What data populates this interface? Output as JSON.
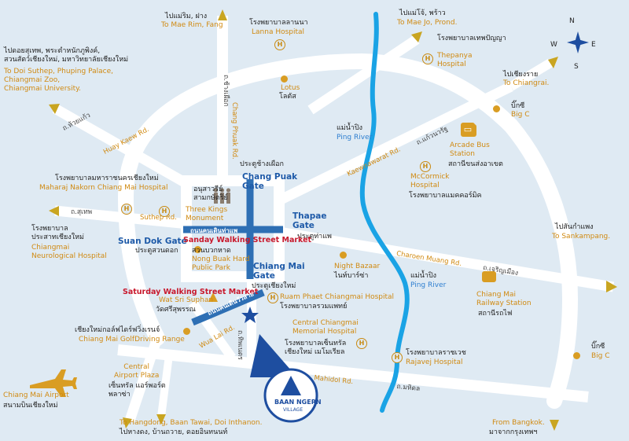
{
  "compass": {
    "n": "N",
    "e": "E",
    "s": "S",
    "w": "W"
  },
  "logo": {
    "name": "BAAN NGERN",
    "sub": "VILLAGE"
  },
  "gates": {
    "chang_puak": "Chang Puak\nGate",
    "chang_puak_th": "ประตูช้างเผือก",
    "thapae": "Thapae\nGate",
    "thapae_th": "ประตูท่าแพ",
    "suan_dok": "Suan Dok Gate",
    "suan_dok_th": "ประตูสวนดอก",
    "chiang_mai": "Chiang Mai\nGate",
    "chiang_mai_th": "ประตูเชียงใหม่"
  },
  "markets": {
    "sunday": "Sanday Walking Street Market",
    "saturday": "Saturday Walking Street Market",
    "sunday_th": "ถนนคนเดินท่าแพ",
    "saturday_th": "ถนนคนเดินวัวลาย"
  },
  "places": {
    "mae_rim_th": "ไปแม่ริม, ฝาง",
    "mae_rim": "To Mae Rim, Fang",
    "lanna_th": "โรงพยาบาลลานนา",
    "lanna": "Lanna Hospital",
    "mae_jo_th": "ไปแม่โจ้, พร้าว",
    "mae_jo": "To Mae Jo, Prond.",
    "thepanya_th": "โรงพยาบาลเทพปัญญา",
    "thepanya": "Thepanya\nHospital",
    "doisuthep_th": "ไปดอยสุเทพ, พระตำหนักภูพิงค์,\nสวนสัตว์เชียงใหม่, มหาวิทยาลัยเชียงใหม่",
    "doisuthep": "To Doi Suthep, Phuping Palace,\nChiangmai Zoo,\nChiangmai University.",
    "lotus": "Lotus",
    "lotus_th": "โลตัส",
    "chiangrai_th": "ไปเชียงราย",
    "chiangrai": "To Chiangrai.",
    "bigc1_th": "บิ๊กซี",
    "bigc1": "Big C",
    "maharaj_th": "โรงพยาบาลมหาราชนครเชียงใหม่",
    "maharaj": "Maharaj Nakorn Chiang Mai Hospital",
    "ping1_th": "แม่น้ำปิง",
    "ping1": "Ping River",
    "arcade": "Arcade Bus\nStation",
    "arcade_th": "สถานีขนส่งอาเขต",
    "mccormick": "McCormick\nHospital",
    "mccormick_th": "โรงพยาบาลแมคคอร์มิค",
    "three_kings_th": "อนุสาวรีย์\nสามกษัตริย์",
    "three_kings": "Three Kings\nMonument",
    "neuro_th": "โรงพยาบาล\nประสาทเชียงใหม่",
    "neuro": "Chiangmai\nNeurological Hospital",
    "nongbuak_th": "สวนบวกหาด",
    "nongbuak": "Nong Buak Hard\nPublic Park",
    "night_bazaar": "Night Bazaar",
    "night_bazaar_th": "ไนท์บาร์ซ่า",
    "sankampang_th": "ไปสันกำแพง",
    "sankampang": "To Sankampang.",
    "ping2_th": "แม่น้ำปิง",
    "ping2": "Ping River",
    "railway": "Chiang Mai\nRailway Station",
    "railway_th": "สถานีรถไฟ",
    "wat_sri_suphan": "Wat Sri Suphan",
    "wat_sri_suphan_th": "วัดศรีสุพรรณ",
    "ruamphaet": "Ruam Phaet Chiangmai Hospital",
    "ruamphaet_th": "โรงพยาบาลรวมแพทย์",
    "golf_th": "เชียงใหม่กอล์ฟไดร์ฟวิ่งเรนจ์",
    "golf": "Chiang Mai GolfDriving Range",
    "central_mem": "Central Chiangmai\nMemorial Hospital",
    "central_mem_th": "โรงพยาบาลเซ็นทรัล\nเชียงใหม่ เมโมเรียล",
    "rajavej_th": "โรงพยาบาลราชเวช",
    "rajavej": "Rajavej Hospital",
    "bigc2_th": "บิ๊กซี",
    "bigc2": "Big C",
    "airport": "Chiang Mai Airport",
    "airport_th": "สนามบินเชียงใหม่",
    "airport_plaza": "Central\nAirport Plaza",
    "airport_plaza_th": "เซ็นทรัล แอร์พอร์ต\nพลาซ่า",
    "hangdong": "To Hangdong, Baan Tawai, Doi Inthanon.",
    "hangdong_th": "ไปหางดง, บ้านถวาย, ดอยอินทนนท์",
    "bangkok": "From Bangkok.",
    "bangkok_th": "มาจากกรุงเทพฯ"
  },
  "roads": {
    "huay_kaew": "Huay Kaew Rd.",
    "huay_kaew_th": "ถ.ห้วยแก้ว",
    "chang_phuak": "Chang Phuak Rd.",
    "chang_phuak_th": "ถ.ช้างเผือก",
    "kaewnawarat": "Kaewnawarat Rd.",
    "kaewnawarat_th": "ถ.แก้วนวรัฐ",
    "suthep": "Suthep Rd.",
    "suthep_th": "ถ.สุเทพ",
    "charoen_muang": "Charoen Muang Rd.",
    "charoen_muang_th": "ถ.เจริญเมือง",
    "wualai": "Wua Lai Rd.",
    "tipanet": "ถ.ทิพเนตร",
    "mahidol": "Mahidol Rd.",
    "mahidol_th": "ถ.มหิดล"
  }
}
